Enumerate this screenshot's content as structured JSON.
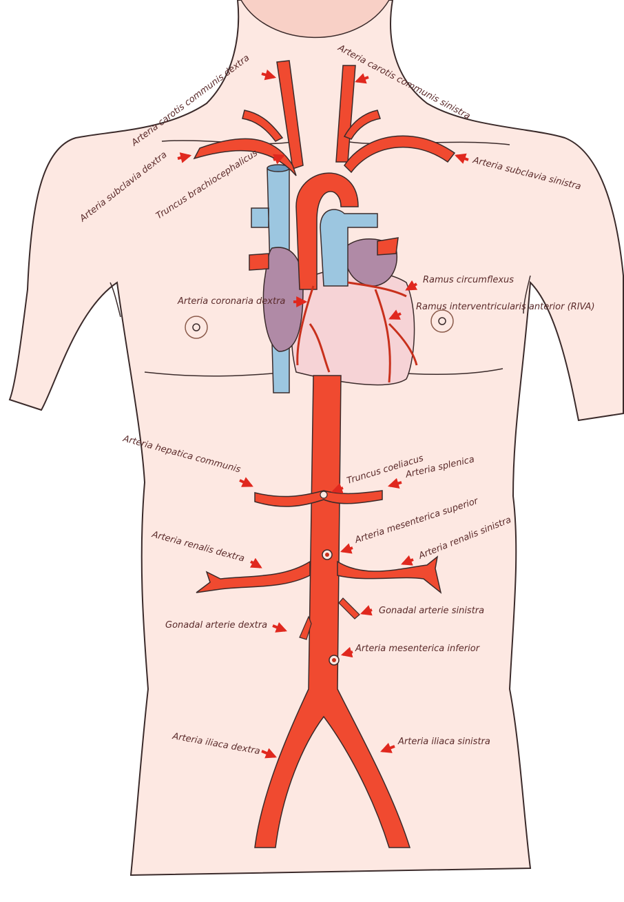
{
  "colors": {
    "skin": "#fde8e2",
    "skin_outline": "#3a2a2a",
    "artery": "#f04a30",
    "artery_dark": "#c8301c",
    "vein": "#9cc6e0",
    "heart": "#f6d3d6",
    "atrium": "#b08aa6",
    "arrow": "#e0281e",
    "label": "#5a2a2a"
  },
  "labels": {
    "carotis_dextra": "Arteria carotis communis dextra",
    "carotis_sinistra": "Arteria carotis communis sinistra",
    "subclavia_dextra": "Arteria subclavia dextra",
    "truncus_brachio": "Truncus brachiocephalicus",
    "subclavia_sinistra": "Arteria subclavia sinistra",
    "ramus_circumflexus": "Ramus circumflexus",
    "coronaria_dextra": "Arteria coronaria dextra",
    "riva": "Ramus interventricularis anterior (RIVA)",
    "hepatica": "Arteria hepatica communis",
    "truncus_coeliacus": "Truncus coeliacus",
    "splenica": "Arteria splenica",
    "mesenterica_superior": "Arteria mesenterica superior",
    "renalis_dextra": "Arteria renalis dextra",
    "renalis_sinistra": "Arteria renalis sinistra",
    "gonadal_sinistra": "Gonadal arterie sinistra",
    "gonadal_dextra": "Gonadal arterie dextra",
    "mesenterica_inferior": "Arteria mesenterica inferior",
    "iliaca_dextra": "Arteria iliaca dextra",
    "iliaca_sinistra": "Arteria iliaca sinistra"
  }
}
